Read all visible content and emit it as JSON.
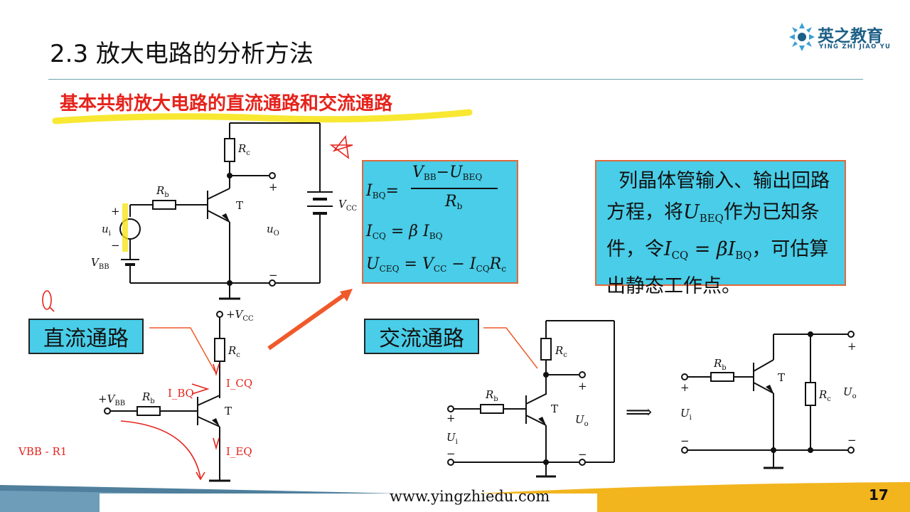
{
  "title": "2.3 放大电路的分析方法",
  "logo": {
    "name": "英之教育",
    "pinyin": "YING ZHI JIAO YU"
  },
  "subtitle": "基本共射放大电路的直流通路和交流通路",
  "formulas": {
    "line1_left": "I",
    "line1_left_sub": "BQ",
    "line1_eq": "=",
    "line1_num_a": "V",
    "line1_num_a_sub": "BB",
    "line1_num_op": "−",
    "line1_num_b": "U",
    "line1_num_b_sub": "BEQ",
    "line1_den": "R",
    "line1_den_sub": "b",
    "line2": "I",
    "line2_sub": "CQ",
    "line2_rest": " = β I",
    "line2_rest_sub": "BQ",
    "line3": "U",
    "line3_sub": "CEQ",
    "line3_b": " = V",
    "line3_b_sub": "CC",
    "line3_c": " − I",
    "line3_c_sub": "CQ",
    "line3_d": "R",
    "line3_d_sub": "c"
  },
  "description": {
    "part1": "列晶体管输入、输出回路方程，将",
    "ubeq": "U",
    "ubeq_sub": "BEQ",
    "part2": "作为已知条件，令",
    "icq": "I",
    "icq_sub": "CQ",
    "eq": " = βI",
    "ibq_sub": "BQ",
    "part3": "，可估算出静态工作点。"
  },
  "labels": {
    "dc_path": "直流通路",
    "ac_path": "交流通路"
  },
  "circuit_labels": {
    "Rc": "R",
    "Rc_sub": "c",
    "Rb": "R",
    "Rb_sub": "b",
    "T": "T",
    "Vcc": "V",
    "Vcc_sub": "CC",
    "plus_vcc": "+V",
    "plus_vcc_sub": "CC",
    "plus_vbb": "+V",
    "plus_vbb_sub": "BB",
    "Vbb": "V",
    "Vbb_sub": "BB",
    "ui": "u",
    "ui_sub": "i",
    "uo": "u",
    "uo_sub": "O",
    "Ui": "U",
    "Ui_sub": "i",
    "Uo": "U",
    "Uo_sub": "o",
    "plus": "+",
    "minus": "−",
    "arrow": "⟹"
  },
  "handwriting": {
    "icq": "I_CQ",
    "ibq": "I_BQ",
    "ieq": "I_EQ",
    "vbb": "VBB - R1"
  },
  "footer": {
    "url": "www.yingzhiedu.com",
    "page": "17"
  },
  "colors": {
    "accent_red": "#e5231c",
    "box_cyan": "#49cde8",
    "box_border": "#e06a3b",
    "logo_blue": "#1c5f86"
  }
}
